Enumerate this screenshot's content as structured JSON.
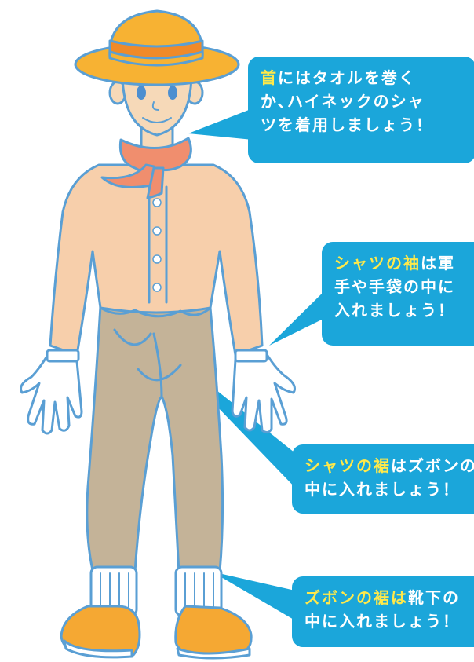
{
  "colors": {
    "bubble": "#1ba6da",
    "highlight": "#ffe94a",
    "outline": "#5a9fd4",
    "hat": "#f7b233",
    "hat_band": "#f08a28",
    "skin": "#f6d9b8",
    "shirt": "#f7cfab",
    "scarf": "#f08e6e",
    "pants": "#c4b398",
    "shoes": "#f5a833"
  },
  "icons": {
    "hat": "hat-icon",
    "scarf": "scarf-icon",
    "glove": "glove-icon",
    "shoe": "shoe-icon"
  },
  "callouts": [
    {
      "id": "neck",
      "highlight": "首",
      "lines": [
        "にはタオルを巻く",
        "か､ハイネックのシャ",
        "ツを着用しましょう！"
      ]
    },
    {
      "id": "sleeve",
      "highlight": "シャツの袖",
      "lines": [
        "は軍",
        "手や手袋の中に",
        "入れましょう！"
      ]
    },
    {
      "id": "shirt-hem",
      "highlight": "シャツの裾",
      "lines": [
        "はズボンの",
        "中に入れましょう！"
      ]
    },
    {
      "id": "pants-hem",
      "highlight": "ズボンの裾は",
      "lines": [
        "靴下の",
        "中に入れましょう！"
      ]
    }
  ]
}
